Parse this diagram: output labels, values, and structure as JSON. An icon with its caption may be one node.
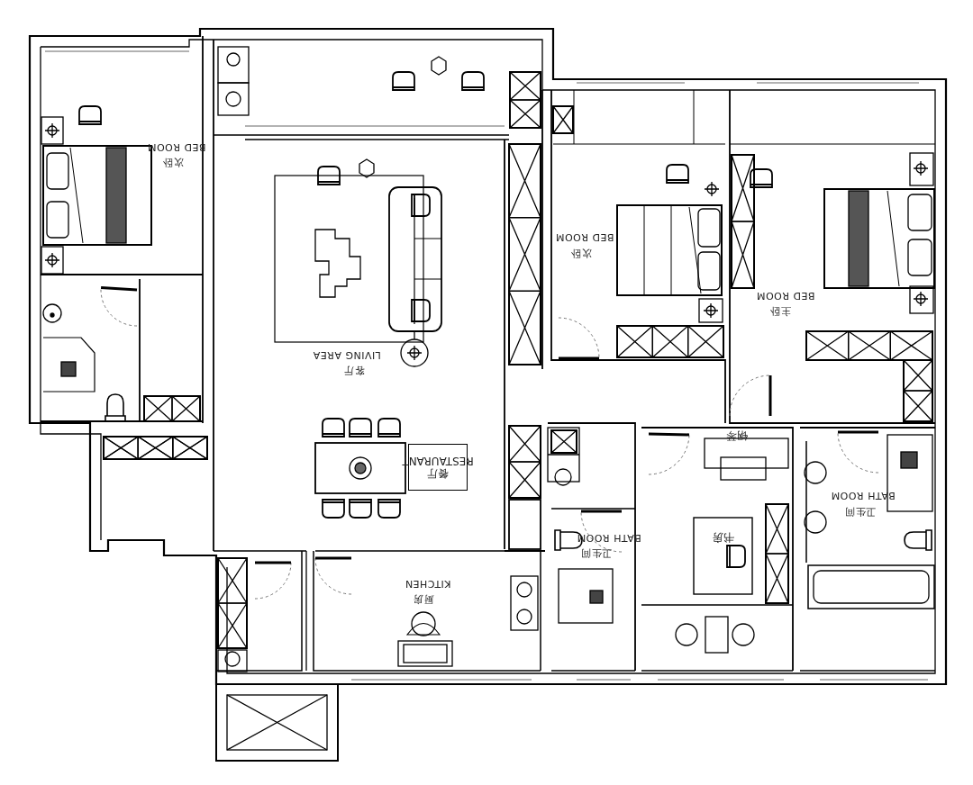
{
  "diagram": {
    "nodes": [
      {
        "text": [
          "餐厅",
          "RESTAURANT"
        ]
      },
      {
        "text": [
          "钢琴"
        ]
      },
      {
        "text": [
          "书房"
        ]
      }
    ],
    "labels": [
      "次卧",
      "BED ROOM",
      "客厅",
      "LIVING AREA",
      "次卧",
      "BED ROOM",
      "主卧",
      "BED ROOM",
      "卫生间",
      "BATH ROOM",
      "卫生间",
      "BATH ROOM",
      "厨房",
      "KITCHEN"
    ]
  }
}
